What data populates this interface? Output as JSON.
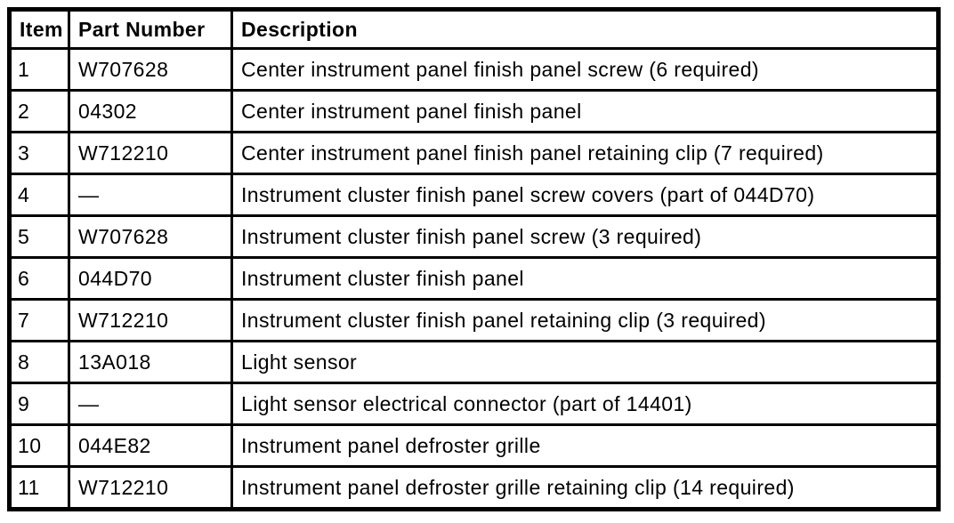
{
  "page": {
    "background": "#ffffff",
    "text_color": "#000000",
    "border_color": "#000000"
  },
  "table": {
    "title": "parts-list",
    "columns": [
      {
        "key": "item",
        "label": "Item"
      },
      {
        "key": "part_number",
        "label": "Part Number"
      },
      {
        "key": "description",
        "label": "Description"
      }
    ],
    "rows": [
      {
        "item": "1",
        "part_number": "W707628",
        "description": "Center instrument panel finish panel screw (6 required)"
      },
      {
        "item": "2",
        "part_number": "04302",
        "description": "Center instrument panel finish panel"
      },
      {
        "item": "3",
        "part_number": "W712210",
        "description": "Center instrument panel finish panel retaining clip (7 required)"
      },
      {
        "item": "4",
        "part_number": "—",
        "description": "Instrument cluster finish panel screw covers (part of 044D70)"
      },
      {
        "item": "5",
        "part_number": "W707628",
        "description": "Instrument cluster finish panel screw (3 required)"
      },
      {
        "item": "6",
        "part_number": "044D70",
        "description": "Instrument cluster finish panel"
      },
      {
        "item": "7",
        "part_number": "W712210",
        "description": "Instrument cluster finish panel retaining clip (3 required)"
      },
      {
        "item": "8",
        "part_number": "13A018",
        "description": "Light sensor"
      },
      {
        "item": "9",
        "part_number": "—",
        "description": "Light sensor electrical connector (part of 14401)"
      },
      {
        "item": "10",
        "part_number": "044E82",
        "description": "Instrument panel defroster grille"
      },
      {
        "item": "11",
        "part_number": "W712210",
        "description": "Instrument panel defroster grille retaining clip (14 required)"
      }
    ]
  }
}
